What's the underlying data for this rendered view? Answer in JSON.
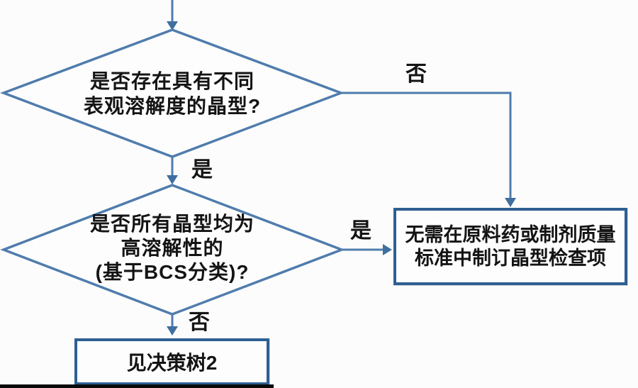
{
  "background_color": "#fcfcfc",
  "flowchart": {
    "connector_color": "#4f7cad",
    "box_border_color": "#2e5f92",
    "text_color": "#141414",
    "decision1": {
      "line1": "是否存在具有不同",
      "line2": "表观溶解度的晶型?"
    },
    "decision2": {
      "line1": "是否所有晶型均为",
      "line2": "高溶解性的",
      "line3": "(基于BCS分类)?"
    },
    "outcome_no_spec": {
      "line1": "无需在原料药或制剂质量",
      "line2": "标准中制订晶型检查项"
    },
    "outcome_tree2": {
      "label": "见决策树2"
    },
    "edge_labels": {
      "no1": "否",
      "yes1": "是",
      "yes2": "是",
      "no2": "否"
    }
  }
}
